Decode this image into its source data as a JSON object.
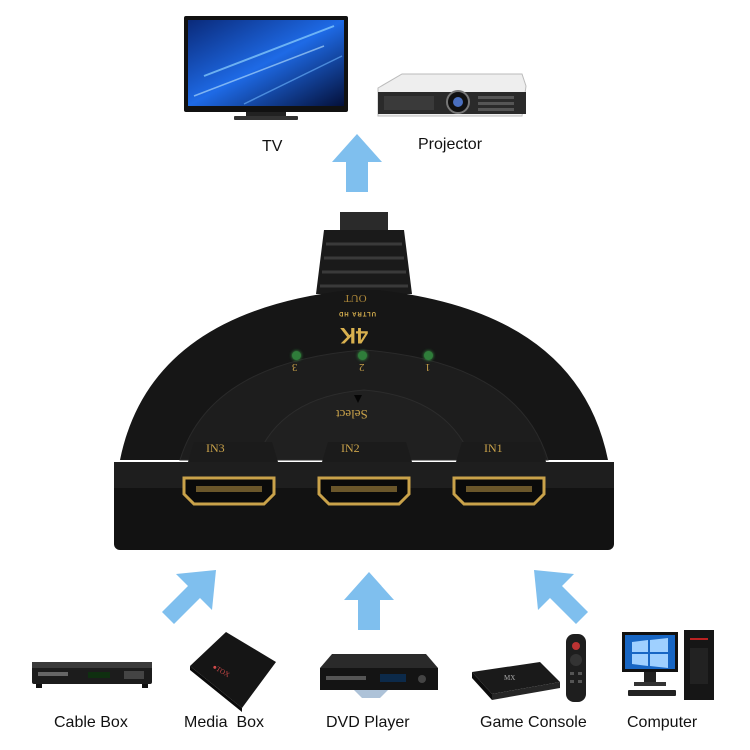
{
  "outputs": {
    "tv_label": "TV",
    "projector_label": "Projector"
  },
  "switch": {
    "out_label": "OUT",
    "brand_text": "4K",
    "brand_subtext": "ULTRA HD",
    "led_labels": [
      "1",
      "2",
      "3"
    ],
    "select_label": "Select",
    "ports": [
      "IN1",
      "IN2",
      "IN3"
    ]
  },
  "inputs": {
    "cable_box_label": "Cable Box",
    "media_box_label": "Media  Box",
    "dvd_player_label": "DVD Player",
    "game_console_label": "Game Console",
    "computer_label": "Computer"
  },
  "colors": {
    "arrow": "#7fbfee",
    "device_body": "#141414",
    "hdmi_gold": "#c9a24a",
    "led": "#2f7d3a"
  }
}
